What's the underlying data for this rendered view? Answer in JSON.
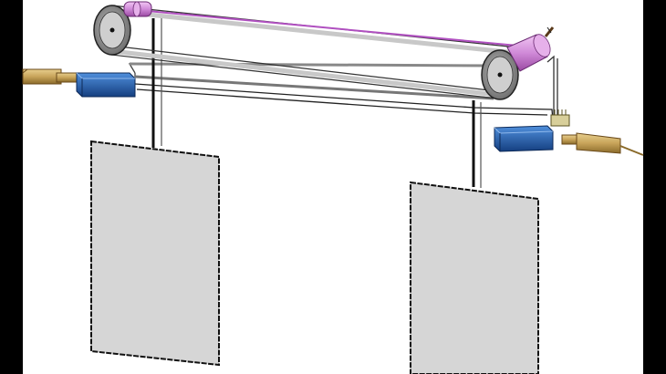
{
  "scene": {
    "background": "#ffffff",
    "letterbox": "#000000",
    "parts": {
      "drive_pulley": {
        "name": "drive-pulley",
        "color": "#8a8a8a"
      },
      "idler_pulley": {
        "name": "idler-pulley",
        "color": "#8a8a8a"
      },
      "belt": {
        "name": "conveyor-belt",
        "color": "#b0b0b0"
      },
      "motor": {
        "name": "drive-motor",
        "color": "#d08ad8"
      },
      "frame": {
        "name": "rail-frame",
        "color": "#9a9a9a"
      },
      "carriages": [
        {
          "name": "carriage-left",
          "color": "#1f5fb0"
        },
        {
          "name": "carriage-right",
          "color": "#1f5fb0"
        }
      ],
      "cylinders": [
        {
          "name": "cylinder-left",
          "color": "#c8a45a"
        },
        {
          "name": "cylinder-right",
          "color": "#c8a45a"
        }
      ],
      "panels": [
        {
          "name": "hanging-panel-left",
          "color": "#d6d6d6"
        },
        {
          "name": "hanging-panel-right",
          "color": "#d6d6d6"
        }
      ],
      "sensor": {
        "name": "limit-sensor",
        "color": "#d8cf9a"
      }
    }
  }
}
